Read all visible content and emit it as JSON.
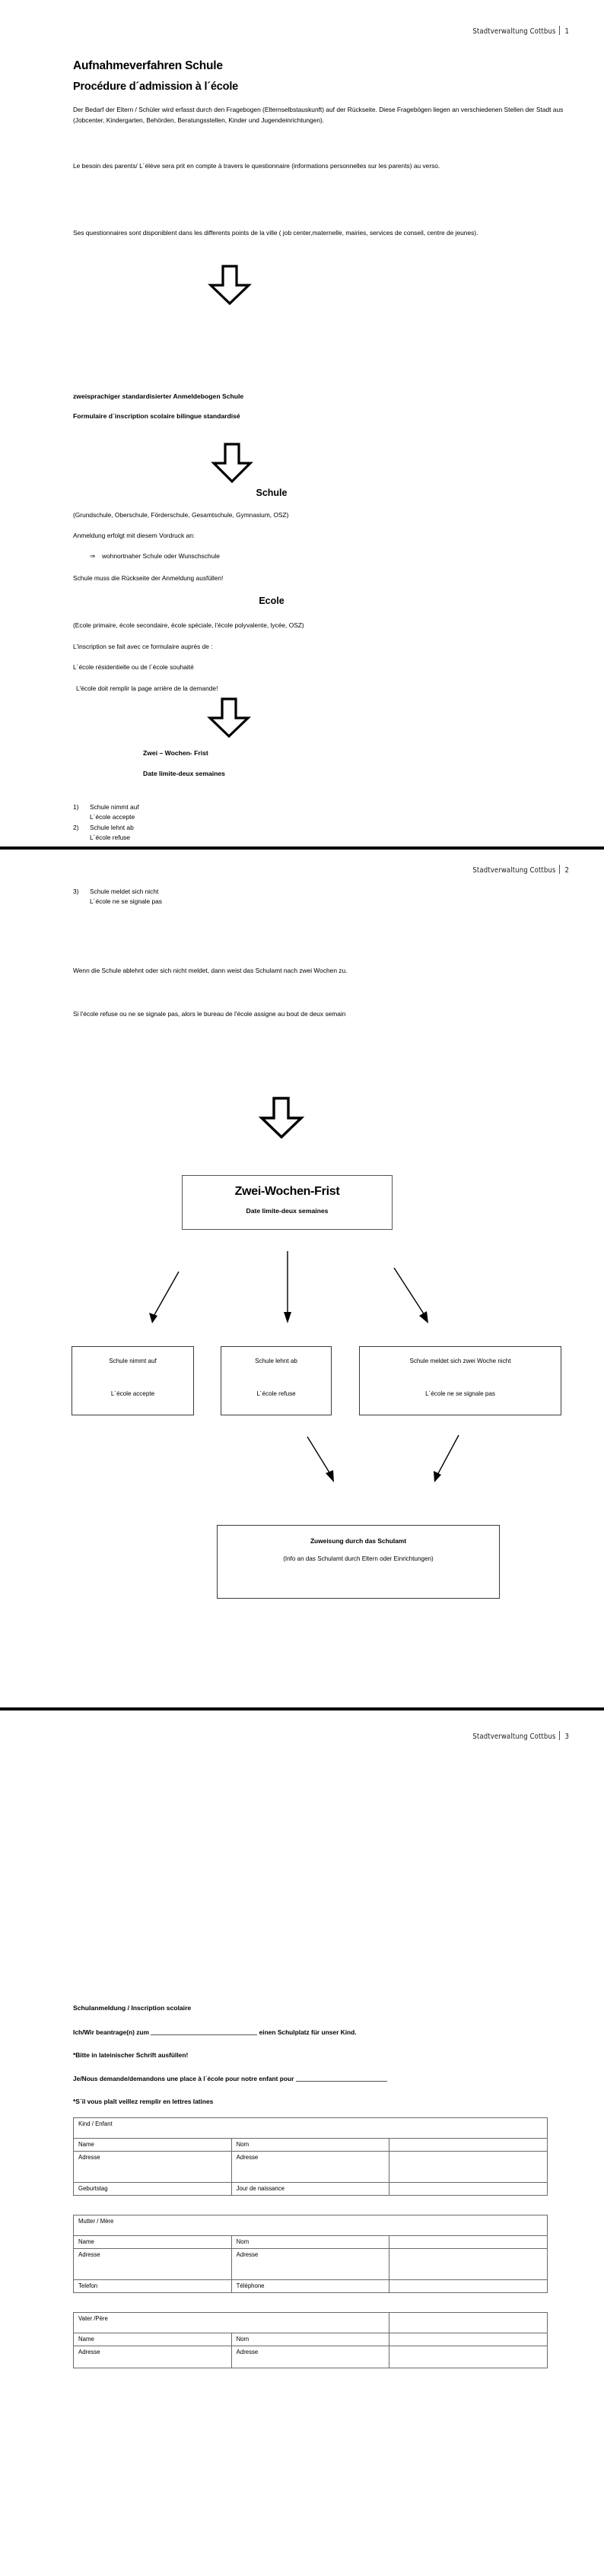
{
  "document": {
    "header_org": "Stadtverwaltung Cottbus",
    "pages": [
      "1",
      "2",
      "3"
    ]
  },
  "page1": {
    "title_de": "Aufnahmeverfahren Schule",
    "title_fr": "Procédure d´admission à l´école",
    "para_de": "Der Bedarf der Eltern / Schüler wird erfasst durch den Fragebogen (Elternselbstauskunft) auf der Rückseite. Diese Fragebögen liegen an verschiedenen Stellen der Stadt aus (Jobcenter, Kindergarten, Behörden, Beratungsstellen, Kinder und Jugendeinrichtungen).",
    "para_fr": "Le besoin des parents/ L´élève sera prit en compte à travers le questionnaire (informations personnelles sur les parents) au verso.",
    "para_fr2": "Ses questionnaires sont disponiblent dans les differents points de la ville ( job center,maternelle, mairies, services de conseil, centre de jeunes).",
    "form_de": "zweisprachiger standardisierter Anmeldebogen Schule",
    "form_fr": "Formulaire d´inscription  scolaire bilingue standardisé",
    "schule_head": "Schule",
    "schule_types": "(Grundschule, Oberschule, Förderschule, Gesamtschule, Gymnasium, OSZ)",
    "schule_anmeldung": "Anmeldung erfolgt mit diesem Vordruck an:",
    "schule_bullet_icon": "⇒",
    "schule_bullet": "wohnortnaher Schule oder Wunschschule",
    "schule_note": "Schule muss die Rückseite der Anmeldung ausfüllen!",
    "ecole_head": "Ecole",
    "ecole_types": "(Ecole primaire, école secondaire, école spéciale, l'école polyvalente, lycée, OSZ)",
    "ecole_inscription": "L'inscription se fait avec ce formulaire auprès  de :",
    "ecole_residence": "L´école résidentielle ou de l´école souhaité",
    "ecole_note": "L'école doit remplir la page arrière de la demande!",
    "frist_de": "Zwei – Wochen- Frist",
    "frist_fr": "Date limite-deux semaines",
    "outcomes": [
      {
        "num": "1)",
        "de": "Schule nimmt auf",
        "fr": "L´école accepte"
      },
      {
        "num": "2)",
        "de": "Schule lehnt ab",
        "fr": "L´école refuse"
      }
    ]
  },
  "page2": {
    "outcome3": {
      "num": "3)",
      "de": "Schule meldet sich nicht",
      "fr": "L´école ne se signale pas"
    },
    "note_de": "Wenn die Schule ablehnt oder sich nicht meldet, dann weist das Schulamt nach zwei Wochen zu.",
    "note_fr": "Si l'école refuse ou ne se signale pas, alors le bureau de l'école assigne au bout de deux semain",
    "flow": {
      "main_de": "Zwei-Wochen-Frist",
      "main_fr": "Date limite-deux semaines",
      "branches": [
        {
          "de": "Schule nimmt auf",
          "fr": "L´école accepte"
        },
        {
          "de": "Schule lehnt ab",
          "fr": "L´école refuse"
        },
        {
          "de": "Schule meldet sich zwei Woche nicht",
          "fr": "L´école ne se signale pas"
        }
      ],
      "final_de": "Zuweisung durch das Schulamt",
      "final_fr": "(Info an das Schulamt durch Eltern oder Einrichtungen)"
    }
  },
  "page3": {
    "form_title": "Schulanmeldung / Inscription scolaire",
    "line_de_a": "Ich/Wir beantrage(n) zum ",
    "line_de_b": " einen Schulplatz für unser Kind.",
    "note_de": "*Bitte  in lateinischer Schrift ausfüllen!",
    "line_fr_a": "Je/Nous demande/demandons une place à l´école pour notre enfant pour ",
    "note_fr": "*S´il vous plaît veillez remplir en lettres latines",
    "tables": [
      {
        "heading": "Kind / Enfant",
        "rows": [
          {
            "de": "Name",
            "fr": "Nom",
            "value": ""
          },
          {
            "de": "Adresse",
            "fr": "Adresse",
            "value": ""
          },
          {
            "de": "Geburtstag",
            "fr": "Jour de naissance",
            "value": ""
          }
        ]
      },
      {
        "heading": "Mutter / Mère",
        "rows": [
          {
            "de": "Name",
            "fr": "Nom",
            "value": ""
          },
          {
            "de": "Adresse",
            "fr": "Adresse",
            "value": ""
          },
          {
            "de": "Telefon",
            "fr": "Téléphone",
            "value": ""
          }
        ]
      },
      {
        "heading": "Vater /Père",
        "rows": [
          {
            "de": "Name",
            "fr": "Nom",
            "value": ""
          },
          {
            "de": "Adresse",
            "fr": "Adresse",
            "value": ""
          }
        ]
      }
    ]
  }
}
